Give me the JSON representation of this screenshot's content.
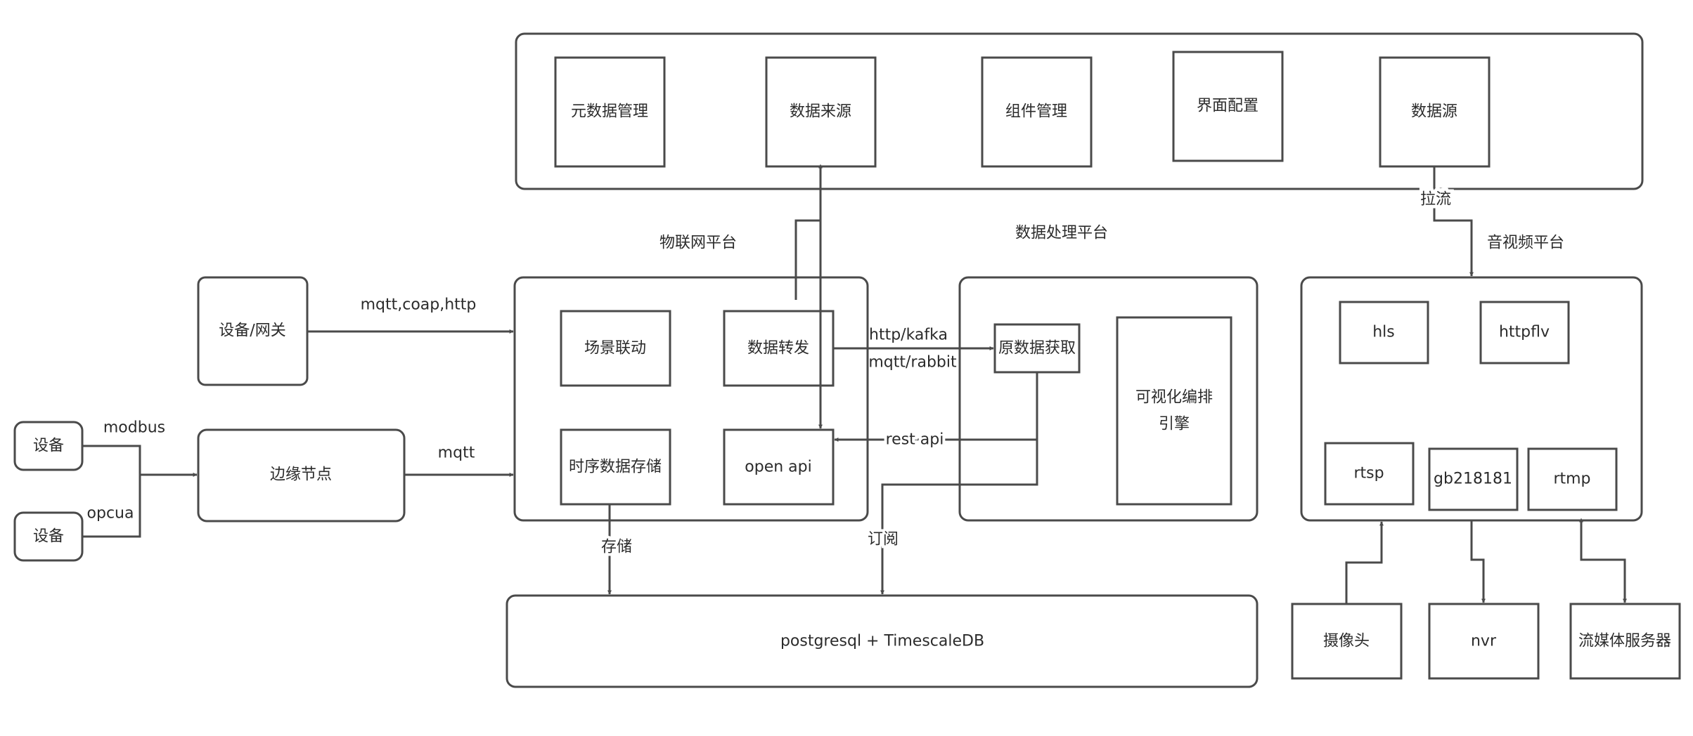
{
  "app_management": {
    "metadata": "元数据管理",
    "data_origin": "数据来源",
    "component": "组件管理",
    "ui_config": "界面配置",
    "datasource": "数据源"
  },
  "labels": {
    "iot_platform": "物联网平台",
    "data_platform": "数据处理平台",
    "av_platform": "音视频平台",
    "pull_stream": "拉流",
    "mqtt_coap_http": "mqtt,coap,http",
    "modbus": "modbus",
    "opcua": "opcua",
    "mqtt": "mqtt",
    "http_kafka": "http/kafka",
    "mqtt_rabbit": "mqtt/rabbit",
    "rest_api": "rest api",
    "store": "存储",
    "subscribe": "订阅"
  },
  "devices": {
    "gateway": "设备/网关",
    "device1": "设备",
    "device2": "设备",
    "edge_node": "边缘节点"
  },
  "iot": {
    "scene": "场景联动",
    "forward": "数据转发",
    "ts_storage": "时序数据存储",
    "open_api": "open api"
  },
  "dp": {
    "raw_fetch": "原数据获取",
    "visual_line1": "可视化编排",
    "visual_line2": "引擎"
  },
  "av": {
    "hls": "hls",
    "httpflv": "httpflv",
    "rtsp": "rtsp",
    "gb": "gb218181",
    "rtmp": "rtmp",
    "camera": "摄像头",
    "nvr": "nvr",
    "media_server": "流媒体服务器"
  },
  "db": {
    "label": "postgresql + TimescaleDB"
  }
}
